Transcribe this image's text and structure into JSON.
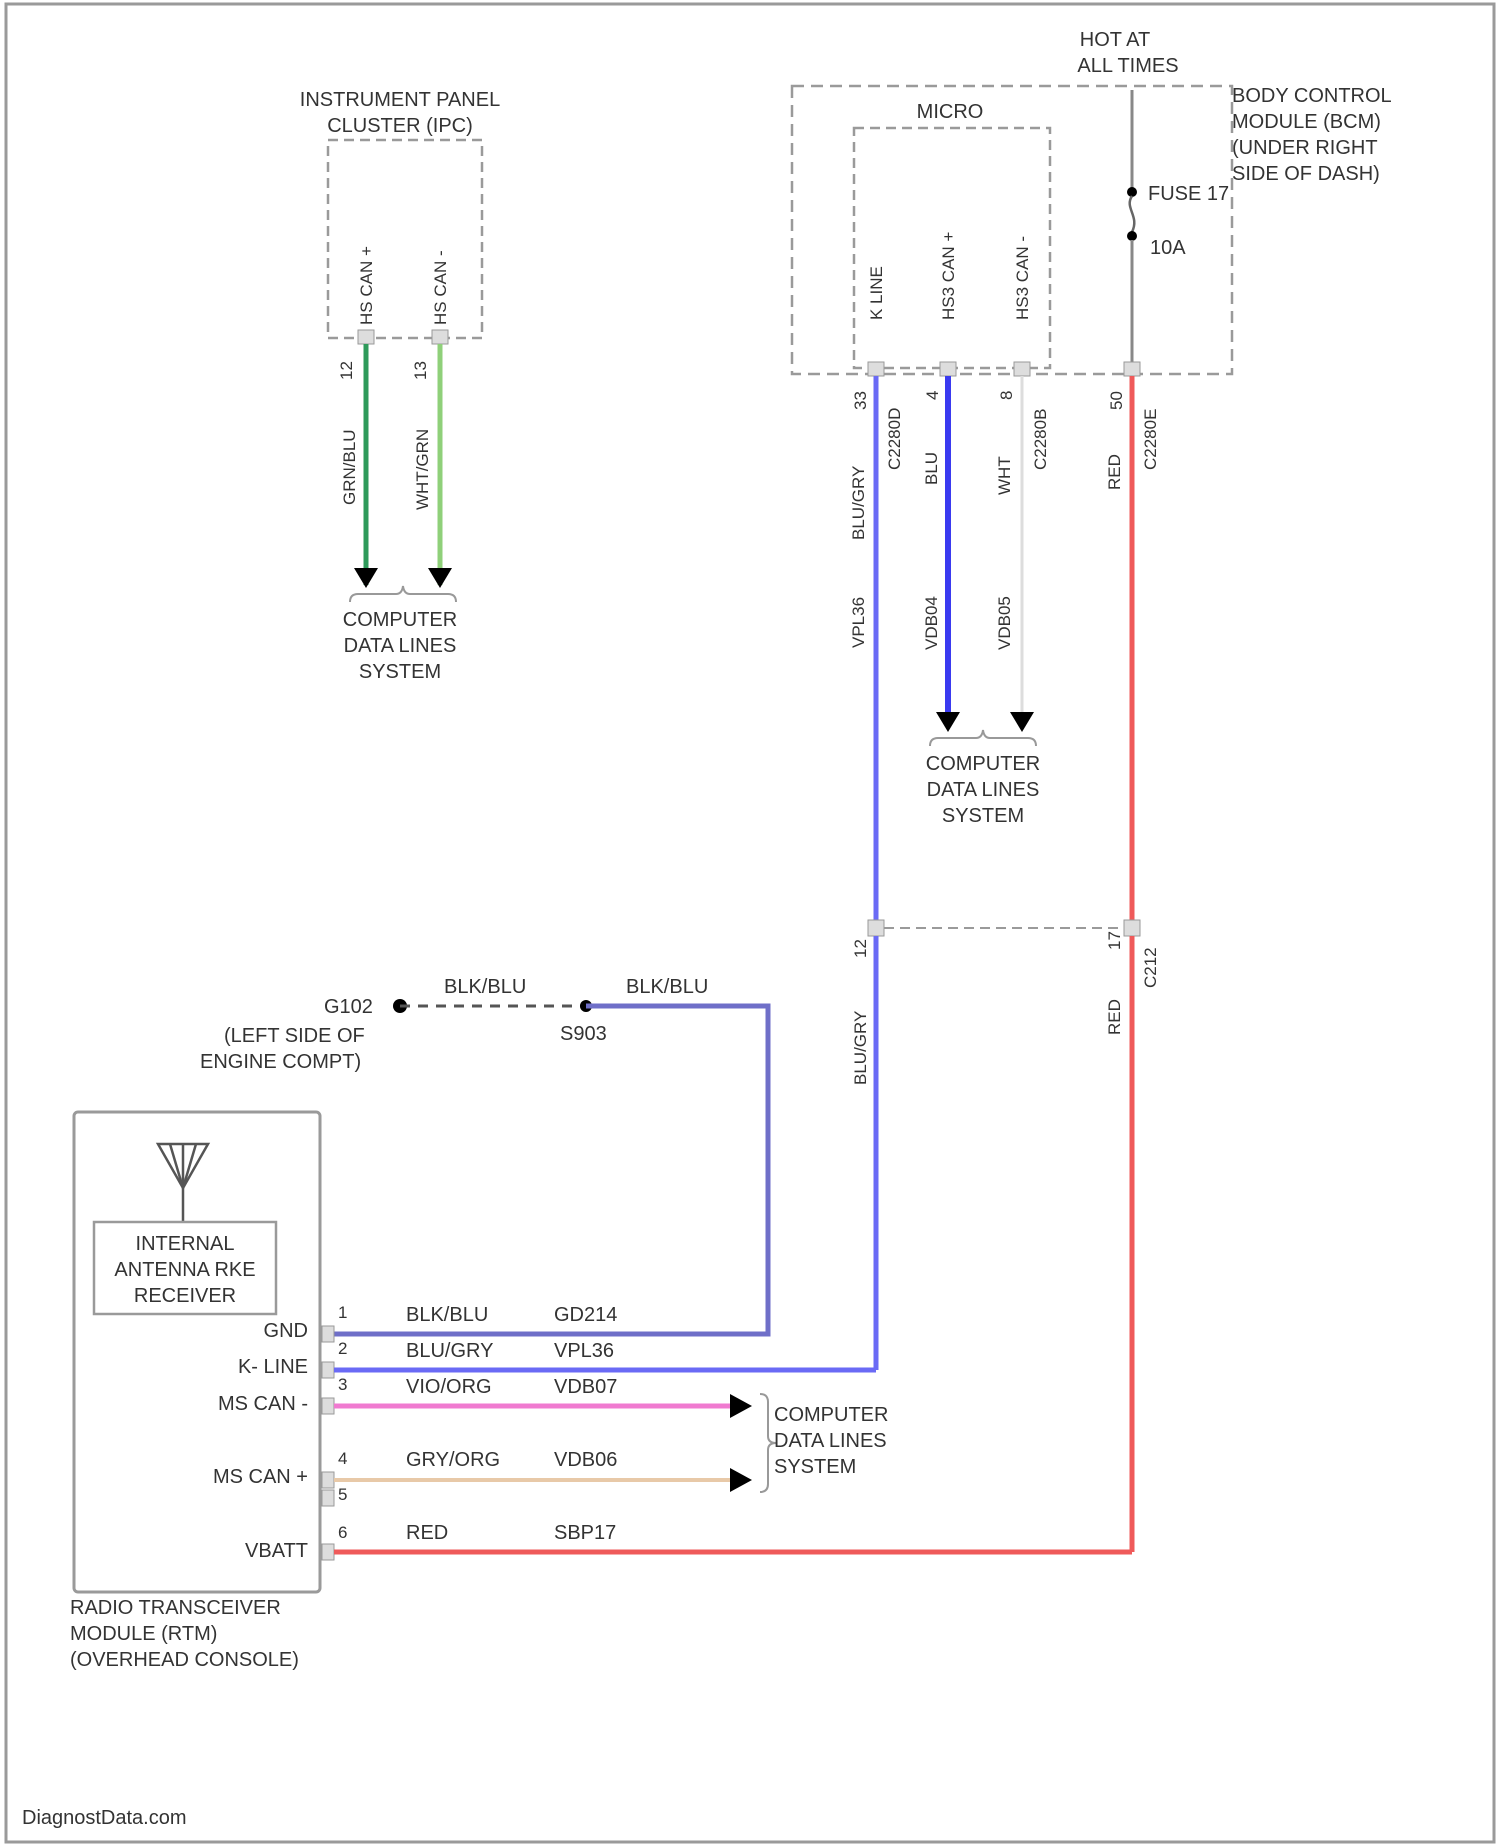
{
  "ipc": {
    "title_line1": "INSTRUMENT PANEL",
    "title_line2": "CLUSTER (IPC)",
    "pin_a_label": "HS CAN +",
    "pin_b_label": "HS CAN -",
    "pin_a_num": "12",
    "pin_b_num": "13",
    "wire_a_color": "GRN/BLU",
    "wire_b_color": "WHT/GRN",
    "dest_line1": "COMPUTER",
    "dest_line2": "DATA LINES",
    "dest_line3": "SYSTEM"
  },
  "bcm": {
    "hot_line1": "HOT AT",
    "hot_line2": "ALL TIMES",
    "title_line1": "BODY CONTROL",
    "title_line2": "MODULE (BCM)",
    "title_line3": "(UNDER RIGHT",
    "title_line4": "SIDE OF DASH)",
    "micro_label": "MICRO",
    "fuse_label": "FUSE 17",
    "fuse_rating": "10A",
    "pin1_label": "K LINE",
    "pin2_label": "HS3 CAN +",
    "pin3_label": "HS3 CAN -",
    "pin1_num": "33",
    "pin2_num": "4",
    "pin3_num": "8",
    "pin4_num": "50",
    "conn1": "C2280D",
    "conn3": "C2280B",
    "conn4": "C2280E",
    "w1_color": "BLU/GRY",
    "w1_circuit": "VPL36",
    "w2_color": "BLU",
    "w2_circuit": "VDB04",
    "w3_color": "WHT",
    "w3_circuit": "VDB05",
    "w4_color": "RED",
    "dest_line1": "COMPUTER",
    "dest_line2": "DATA LINES",
    "dest_line3": "SYSTEM"
  },
  "inline": {
    "pin_left": "12",
    "pin_right": "17",
    "conn": "C212",
    "w1_color": "BLU/GRY",
    "w2_color": "RED"
  },
  "ground": {
    "g_label": "G102",
    "g_loc1": "(LEFT SIDE OF",
    "g_loc2": "ENGINE COMPT)",
    "splice": "S903",
    "wire1": "BLK/BLU",
    "wire2": "BLK/BLU"
  },
  "rtm": {
    "inner_line1": "INTERNAL",
    "inner_line2": "ANTENNA RKE",
    "inner_line3": "RECEIVER",
    "title_line1": "RADIO TRANSCEIVER",
    "title_line2": "MODULE (RTM)",
    "title_line3": "(OVERHEAD CONSOLE)",
    "pins": [
      {
        "name": "GND",
        "num": "1",
        "color": "BLK/BLU",
        "circuit": "GD214"
      },
      {
        "name": "K- LINE",
        "num": "2",
        "color": "BLU/GRY",
        "circuit": "VPL36"
      },
      {
        "name": "MS CAN -",
        "num": "3",
        "color": "VIO/ORG",
        "circuit": "VDB07"
      },
      {
        "name": "MS CAN +",
        "num": "4",
        "color": "GRY/ORG",
        "circuit": "VDB06"
      },
      {
        "name": "VBATT",
        "num": "6",
        "color": "RED",
        "circuit": "SBP17"
      }
    ],
    "pin5": "5",
    "dest_line1": "COMPUTER",
    "dest_line2": "DATA LINES",
    "dest_line3": "SYSTEM"
  },
  "colors": {
    "green_wire": "#2e9a5a",
    "light_green_wire": "#8fd07a",
    "blue_wire": "#3a3af0",
    "blue_gray_wire": "#6a6af5",
    "red_wire": "#ef5a5a",
    "pink_wire": "#f07ad0",
    "tan_wire": "#e8c9a8",
    "ground_wire": "#6f6fc8",
    "dash": "#9a9a9a"
  },
  "footer": "DiagnostData.com"
}
